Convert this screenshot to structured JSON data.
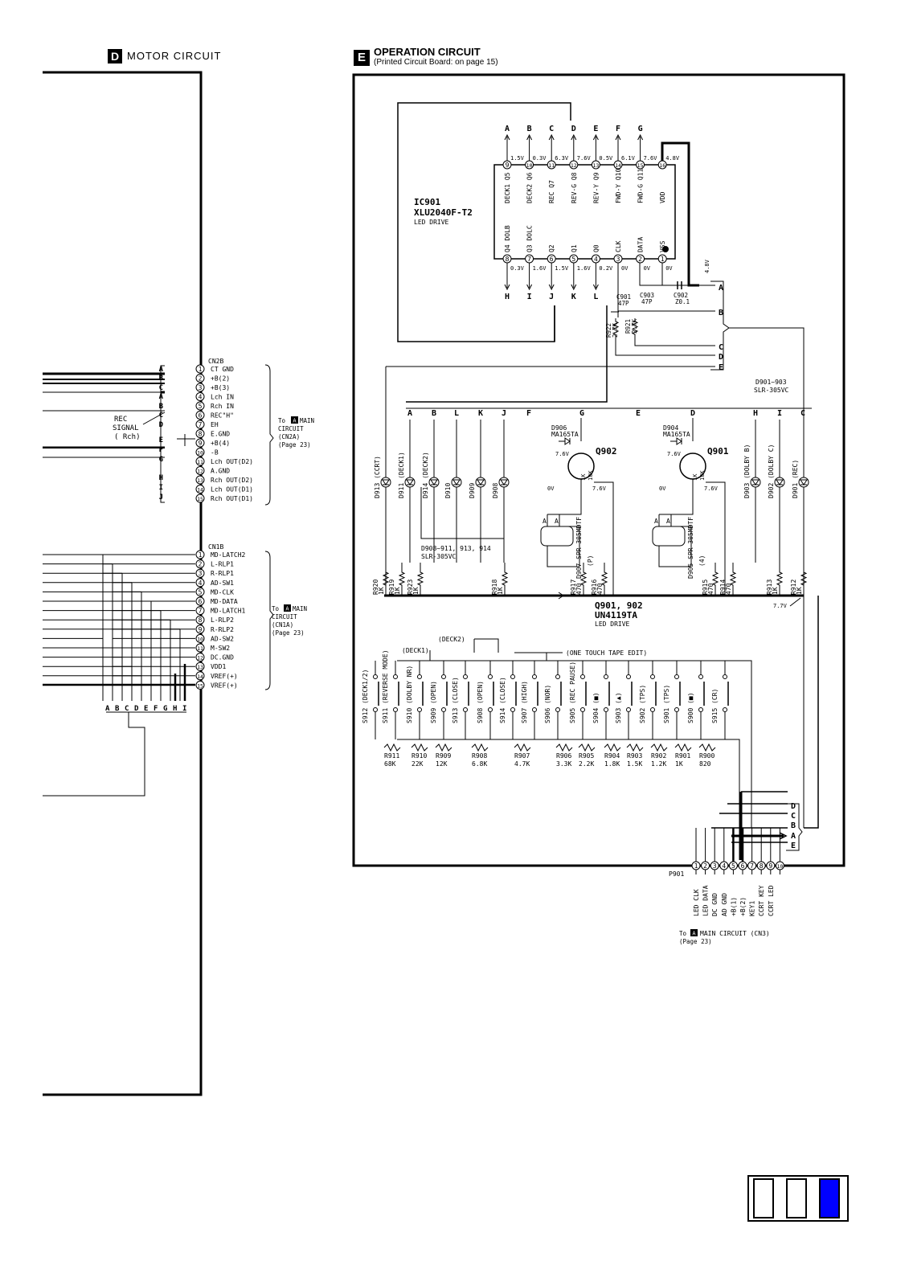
{
  "section_d": {
    "badge": "D",
    "title": "MOTOR CIRCUIT"
  },
  "section_e": {
    "badge": "E",
    "title": "OPERATION CIRCUIT",
    "subtitle": "(Printed Circuit Board: on page 15)"
  },
  "cn2b": {
    "name": "CN2B",
    "pins": [
      "CT GND",
      "+B(2)",
      "+B(3)",
      "Lch IN",
      "Rch IN",
      "REC\"H\"",
      "EH",
      "E.GND",
      "+B(4)",
      "-B",
      "Lch OUT(D2)",
      "A.GND",
      "Rch OUT(D2)",
      "Lch OUT(D1)",
      "Rch OUT(D1)"
    ],
    "letters": [
      "A",
      "B",
      "C",
      "A",
      "B",
      "C",
      "D",
      "E",
      "F",
      "G",
      "H",
      "I",
      "J"
    ],
    "rec_signal": [
      "REC",
      "SIGNAL",
      "( Rch)"
    ],
    "to_lines": [
      "To",
      "MAIN",
      "CIRCUIT",
      "(CN2A)",
      "(Page 23)"
    ]
  },
  "cn1b": {
    "name": "CN1B",
    "pins": [
      "MD-LATCH2",
      "L-RLP1",
      "R-RLP1",
      "AD-SW1",
      "MD-CLK",
      "MD-DATA",
      "MD-LATCH1",
      "L-RLP2",
      "R-RLP2",
      "AD-SW2",
      "M-SW2",
      "DC.GND",
      "VDD1",
      "VREF(+)",
      "VREF(+)"
    ],
    "letters": [
      "A",
      "B",
      "C",
      "D",
      "E",
      "F",
      "G",
      "H",
      "I"
    ],
    "to_lines": [
      "To",
      "MAIN",
      "CIRCUIT",
      "(CN1A)",
      "(Page 23)"
    ]
  },
  "ic901": {
    "name": "IC901",
    "part": "XLU2040F-T2",
    "desc": "LED DRIVE",
    "top_pins": [
      {
        "num": "9",
        "label": "DECK1 Q5",
        "volt": "1.5V",
        "letter": "A"
      },
      {
        "num": "10",
        "label": "DECK2 Q6",
        "volt": "0.3V",
        "letter": "B"
      },
      {
        "num": "11",
        "label": "REC Q7",
        "volt": "6.3V",
        "letter": "C"
      },
      {
        "num": "12",
        "label": "REV-G Q8",
        "volt": "7.6V",
        "letter": "D"
      },
      {
        "num": "13",
        "label": "REV-Y Q9",
        "volt": "0.5V",
        "letter": "E"
      },
      {
        "num": "14",
        "label": "FWD-Y Q10",
        "volt": "6.1V",
        "letter": "F"
      },
      {
        "num": "15",
        "label": "FWD-G Q11",
        "volt": "7.6V",
        "letter": "G"
      },
      {
        "num": "16",
        "label": "VDD",
        "volt": "4.8V",
        "letter": ""
      }
    ],
    "bottom_pins": [
      {
        "num": "8",
        "label": "Q4 DOLB",
        "volt": "0.3V",
        "letter": "H"
      },
      {
        "num": "7",
        "label": "Q3 DOLC",
        "volt": "1.6V",
        "letter": "I"
      },
      {
        "num": "6",
        "label": "Q2",
        "volt": "1.5V",
        "letter": "J"
      },
      {
        "num": "5",
        "label": "Q1",
        "volt": "1.6V",
        "letter": "K"
      },
      {
        "num": "4",
        "label": "Q0",
        "volt": "0.2V",
        "letter": "L"
      },
      {
        "num": "3",
        "label": "CLK",
        "volt": "0V",
        "letter": ""
      },
      {
        "num": "2",
        "label": "DATA",
        "volt": "0V",
        "letter": ""
      },
      {
        "num": "1",
        "label": "VSS",
        "volt": "0V",
        "letter": ""
      }
    ],
    "volt_48": "4.8V"
  },
  "caps": [
    {
      "ref": "C901",
      "val": "47P"
    },
    {
      "ref": "C903",
      "val": "47P"
    },
    {
      "ref": "C902",
      "val": "Z0.1"
    }
  ],
  "resistors_top": [
    {
      "ref": "R922",
      "val": "2.7K"
    },
    {
      "ref": "R921",
      "val": "2.7K"
    }
  ],
  "right_bus": [
    "A",
    "B",
    "C",
    "D",
    "E"
  ],
  "d901_note": [
    "D901~903",
    "SLR-305VC"
  ],
  "led_row": {
    "letters": [
      "A",
      "B",
      "L",
      "K",
      "J",
      "F",
      "G",
      "E",
      "D",
      "H",
      "I",
      "C"
    ],
    "leds": [
      {
        "ref": "D913",
        "name": "(CCRT)"
      },
      {
        "ref": "D911",
        "name": "(DECK1)"
      },
      {
        "ref": "D914",
        "name": "(DECK2)"
      },
      {
        "ref": "D910",
        "name": ""
      },
      {
        "ref": "D909",
        "name": ""
      },
      {
        "ref": "D908",
        "name": ""
      },
      {
        "ref": "D903",
        "name": "(DOLBY B)"
      },
      {
        "ref": "D902",
        "name": "(DOLBY C)"
      },
      {
        "ref": "D901",
        "name": "(REC)"
      }
    ],
    "d908_note": [
      "D908~911, 913, 914",
      "SLR-305VC"
    ]
  },
  "q902": {
    "ref": "Q902",
    "diode": "D906",
    "diode_part": "MA165TA",
    "v1": "7.6V",
    "v2": "0V",
    "v3": "7.6V",
    "r1": "1K",
    "r2": "10K",
    "sensor": "D907",
    "sensor_part": "SPR-305MDTF",
    "dir": "(P)"
  },
  "q901": {
    "ref": "Q901",
    "diode": "D904",
    "diode_part": "MA165TA",
    "v1": "7.6V",
    "v2": "0V",
    "v3": "7.6V",
    "r1": "1K",
    "r2": "10K",
    "sensor": "D905",
    "sensor_part": "SPR-305MDTF",
    "dir": "(4)"
  },
  "resistors_bottom": [
    {
      "ref": "R920",
      "val": "1K"
    },
    {
      "ref": "R919",
      "val": "1K"
    },
    {
      "ref": "R923",
      "val": "1K"
    },
    {
      "ref": "R918",
      "val": "1K"
    },
    {
      "ref": "R917",
      "val": "470"
    },
    {
      "ref": "R916",
      "val": "470"
    },
    {
      "ref": "R915",
      "val": "470"
    },
    {
      "ref": "R914",
      "val": "470"
    },
    {
      "ref": "R913",
      "val": "1K"
    },
    {
      "ref": "R912",
      "val": "1K"
    }
  ],
  "q_label": [
    "Q901, 902",
    "UN4119TA",
    "LED DRIVE"
  ],
  "v77": "7.7V",
  "switch_groups": [
    "(DECK2)",
    "(DECK1)",
    "(ONE TOUCH TAPE EDIT)"
  ],
  "switches": [
    {
      "ref": "S912",
      "name": "(DECK1/2)"
    },
    {
      "ref": "S911",
      "name": "(REVERSE MODE)"
    },
    {
      "ref": "S910",
      "name": "(DOLBY NR)"
    },
    {
      "ref": "S909",
      "name": "(OPEN)"
    },
    {
      "ref": "S913",
      "name": "(CLOSE)"
    },
    {
      "ref": "S908",
      "name": "(OPEN)"
    },
    {
      "ref": "S914",
      "name": "(CLOSE)"
    },
    {
      "ref": "S907",
      "name": "(HIGH)"
    },
    {
      "ref": "S906",
      "name": "(NOR)"
    },
    {
      "ref": "S905",
      "name": "(REC PAUSE)"
    },
    {
      "ref": "S904",
      "name": "(■)"
    },
    {
      "ref": "S903",
      "name": "(▲)"
    },
    {
      "ref": "S902",
      "name": "(TPS)"
    },
    {
      "ref": "S901",
      "name": "(TPS)"
    },
    {
      "ref": "S900",
      "name": "(■)"
    },
    {
      "ref": "S915",
      "name": "(CR)"
    }
  ],
  "ladder": [
    {
      "ref": "R911",
      "val": "68K"
    },
    {
      "ref": "R910",
      "val": "22K"
    },
    {
      "ref": "R909",
      "val": "12K"
    },
    {
      "ref": "R908",
      "val": "6.8K"
    },
    {
      "ref": "R907",
      "val": "4.7K"
    },
    {
      "ref": "R906",
      "val": "3.3K"
    },
    {
      "ref": "R905",
      "val": "2.2K"
    },
    {
      "ref": "R904",
      "val": "1.8K"
    },
    {
      "ref": "R903",
      "val": "1.5K"
    },
    {
      "ref": "R902",
      "val": "1.2K"
    },
    {
      "ref": "R901",
      "val": "1K"
    },
    {
      "ref": "R900",
      "val": "820"
    }
  ],
  "bottom_bus": [
    "D",
    "C",
    "B",
    "A",
    "E"
  ],
  "p901": {
    "name": "P901",
    "pins": [
      "LED CLK",
      "LED DATA",
      "DC GND",
      "AD GND",
      "+B(1)",
      "+B(2)",
      "KEY1",
      "CCRT KEY",
      "CCRT LED",
      ""
    ],
    "to_lines": [
      "To",
      "MAIN  CIRCUIT (CN3)",
      "(Page 23)"
    ]
  },
  "badge_a": "A",
  "colors": {
    "accent": "#0000ff",
    "ink": "#000000"
  }
}
